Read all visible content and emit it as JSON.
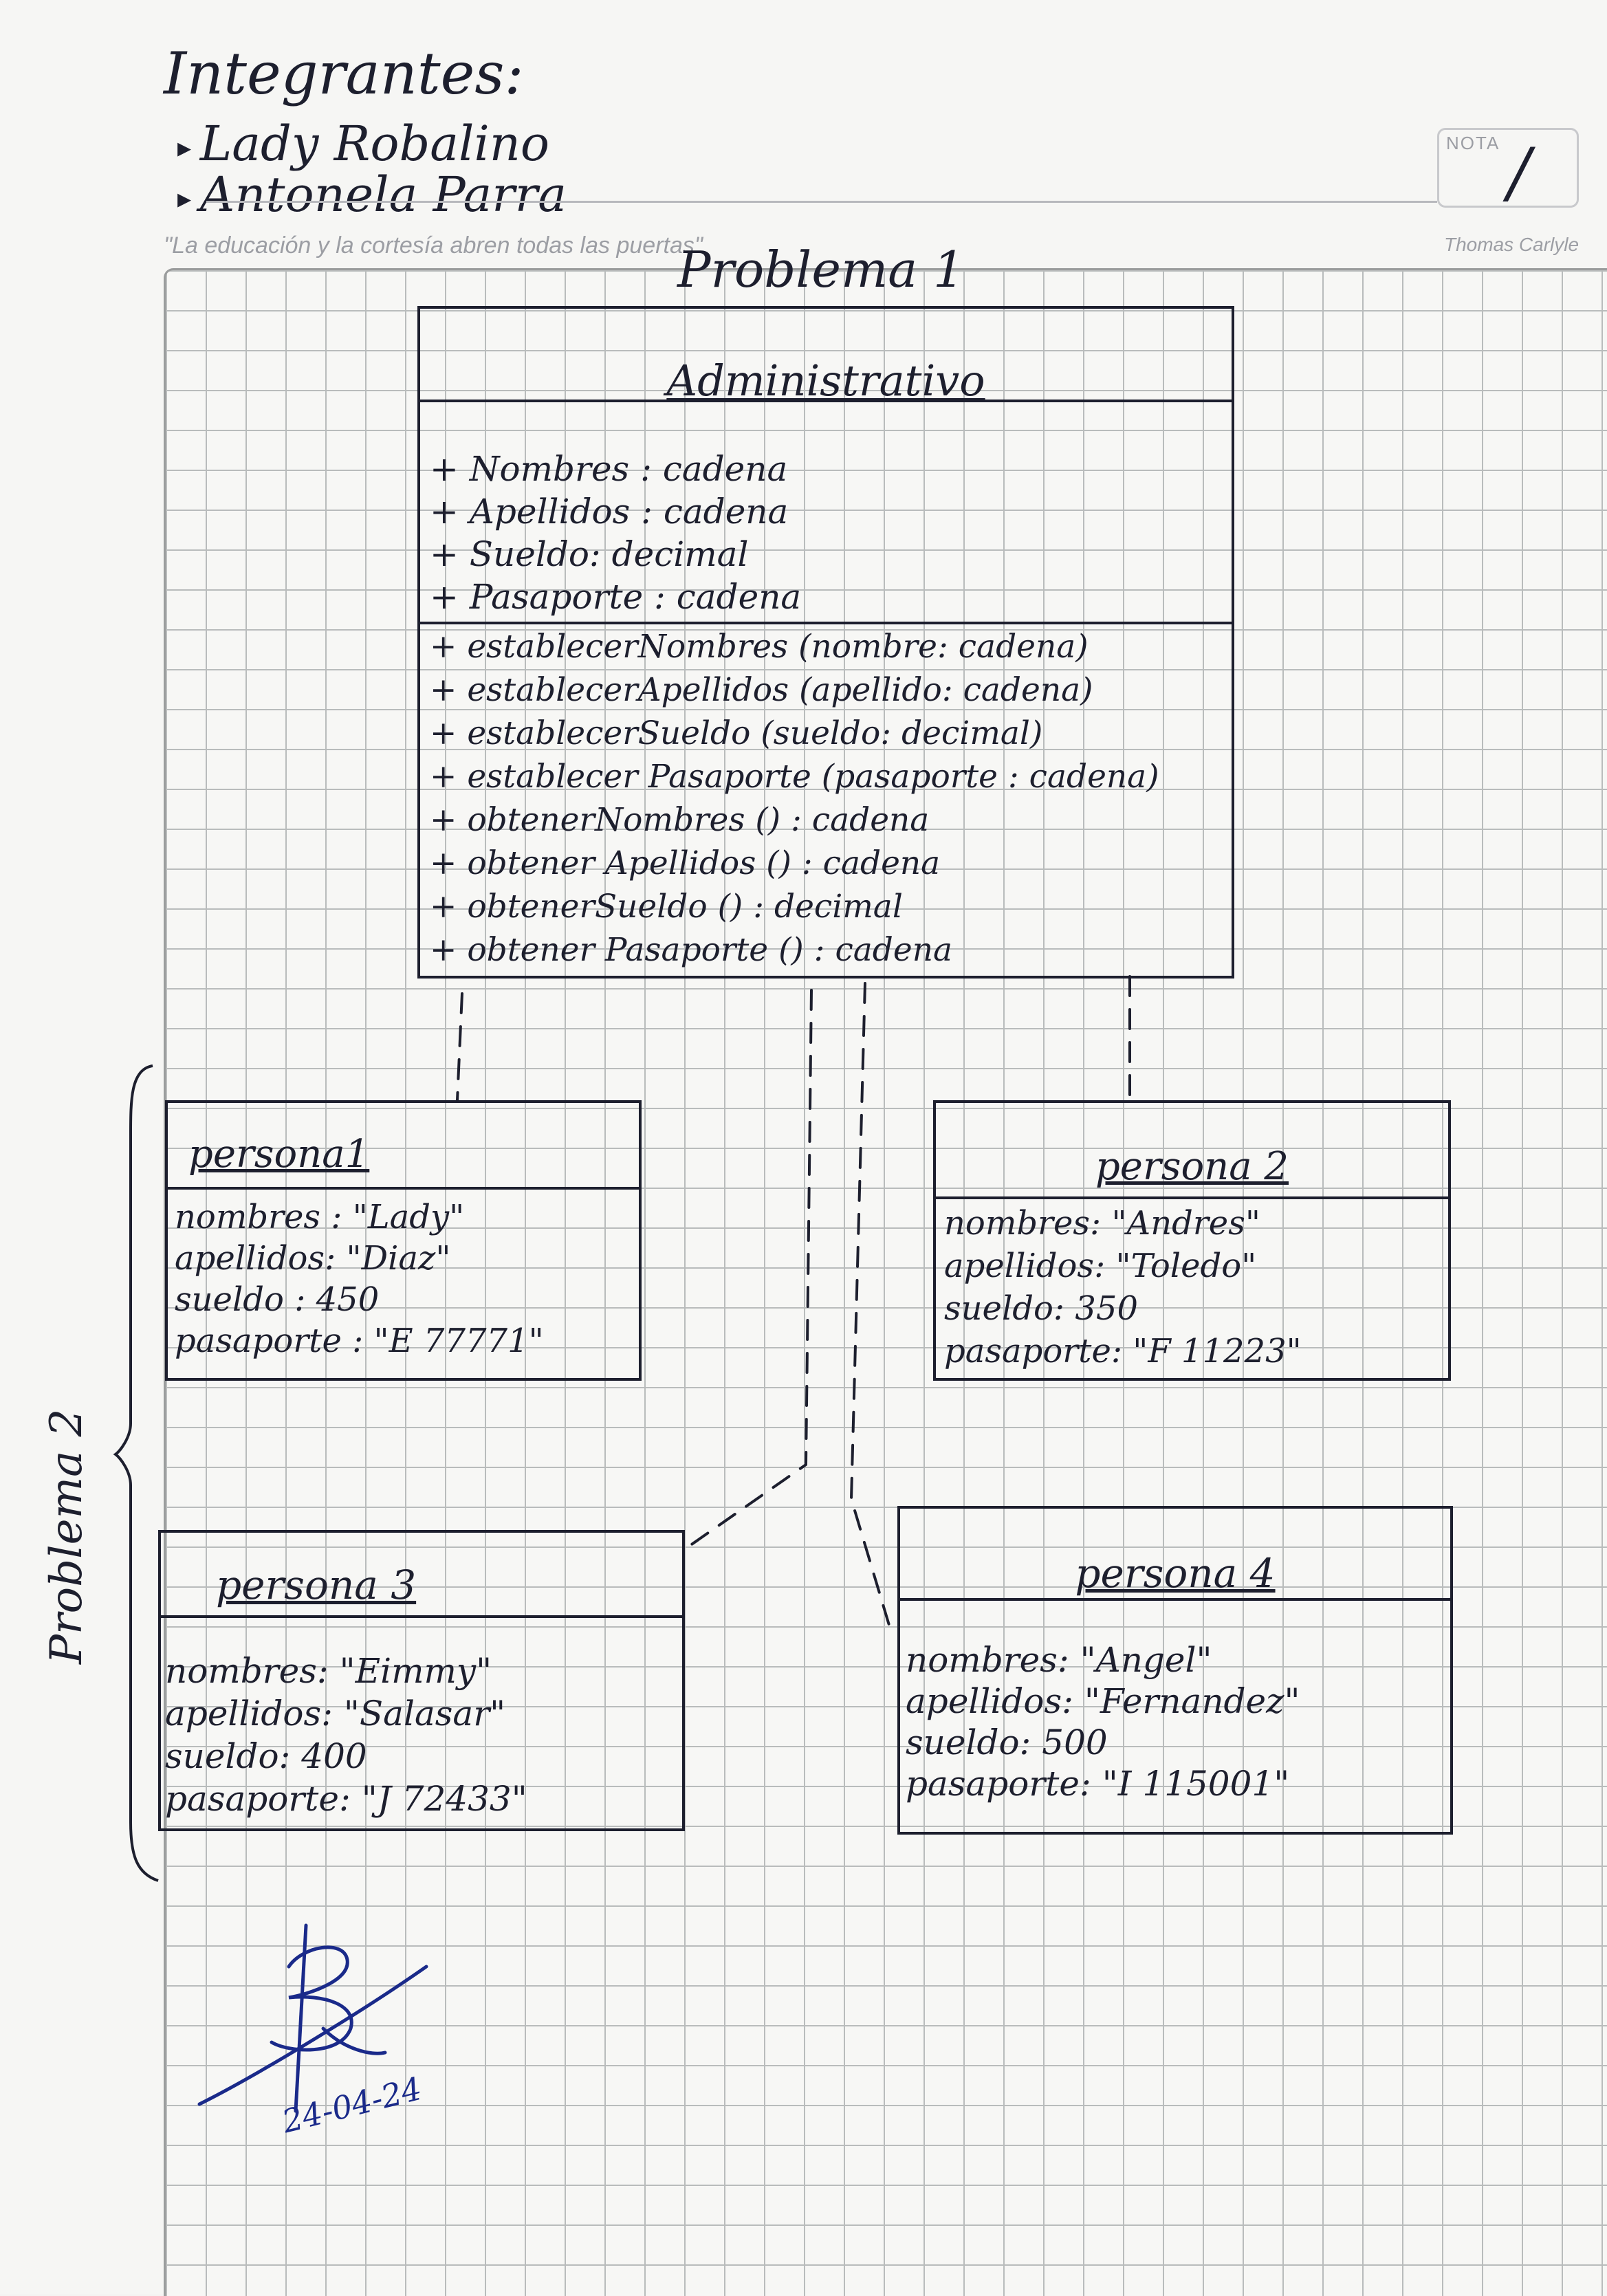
{
  "header": {
    "title": "Integrantes:",
    "members": [
      "Lady Robalino",
      "Antonela Parra"
    ],
    "quote": "\"La educación y la cortesía abren todas las puertas\"",
    "quote_author": "Thomas Carlyle",
    "nota_label": "NOTA",
    "grade": "/"
  },
  "problem1_label": "Problema 1",
  "problem2_label": "Problema 2",
  "class_box": {
    "name": "Administrativo",
    "attributes": [
      "+ Nombres : cadena",
      "+ Apellidos : cadena",
      "+ Sueldo: decimal",
      "+ Pasaporte : cadena"
    ],
    "methods": [
      "+ establecerNombres (nombre: cadena)",
      "+ establecerApellidos (apellido: cadena)",
      "+ establecerSueldo (sueldo: decimal)",
      "+ establecer Pasaporte (pasaporte : cadena)",
      "+ obtenerNombres () : cadena",
      "+ obtener Apellidos () : cadena",
      "+ obtenerSueldo () : decimal",
      "+ obtener Pasaporte () : cadena"
    ]
  },
  "objects": [
    {
      "name": "persona1",
      "rows": [
        "nombres : \"Lady\"",
        "apellidos: \"Diaz\"",
        "sueldo : 450",
        "pasaporte : \"E 77771\""
      ]
    },
    {
      "name": "persona 2",
      "rows": [
        "nombres: \"Andres\"",
        "apellidos: \"Toledo\"",
        "sueldo: 350",
        "pasaporte: \"F 11223\""
      ]
    },
    {
      "name": "persona 3",
      "rows": [
        "nombres: \"Eimmy\"",
        "apellidos: \"Salasar\"",
        "sueldo: 400",
        "pasaporte: \"J 72433\""
      ]
    },
    {
      "name": "persona 4",
      "rows": [
        "nombres: \"Angel\"",
        "apellidos: \"Fernandez\"",
        "sueldo: 500",
        "pasaporte: \"I 115001\""
      ]
    }
  ],
  "date": "24-04-24"
}
